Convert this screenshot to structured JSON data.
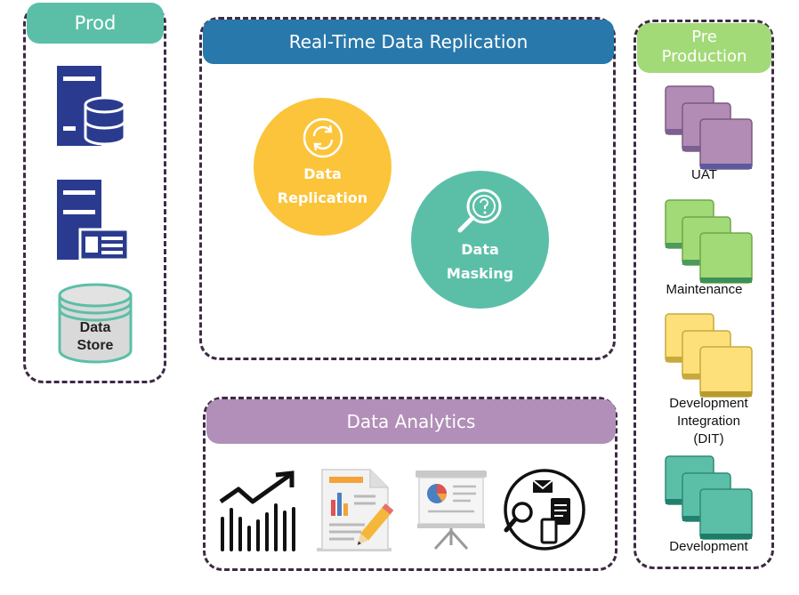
{
  "prod": {
    "title": "Prod",
    "data_store_line1": "Data",
    "data_store_line2": "Store"
  },
  "replication": {
    "title": "Real-Time Data Replication",
    "data_replication_line1": "Data",
    "data_replication_line2": "Replication",
    "data_masking_line1": "Data",
    "data_masking_line2": "Masking"
  },
  "analytics": {
    "title": "Data Analytics"
  },
  "preprod": {
    "title_line1": "Pre",
    "title_line2": "Production",
    "uat": "UAT",
    "maintenance": "Maintenance",
    "dit_line1": "Development",
    "dit_line2": "Integration",
    "dit_line3": "(DIT)",
    "development": "Development"
  },
  "colors": {
    "teal": "#5bbfa7",
    "blue": "#2878ab",
    "yellow": "#fbc43a",
    "purple": "#b18fb8",
    "green_header": "#a3da78",
    "navy": "#2a3b8f"
  },
  "icons": [
    "server-database-icon",
    "server-window-icon",
    "data-store-cylinder-icon",
    "sync-icon",
    "magnifier-question-icon",
    "trend-chart-icon",
    "report-pencil-icon",
    "presentation-board-icon",
    "search-devices-icon"
  ]
}
